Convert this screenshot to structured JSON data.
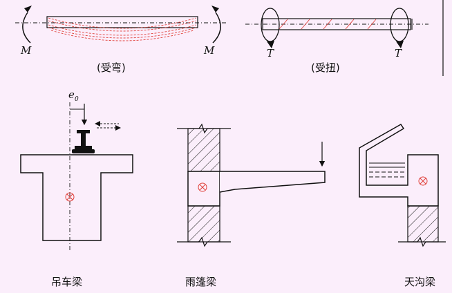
{
  "diagram": {
    "bending": {
      "moment_left": "M",
      "moment_right": "M",
      "caption": "(受弯)"
    },
    "torsion": {
      "torque_left": "T",
      "torque_right": "T",
      "caption": "(受扭)"
    },
    "crane_beam": {
      "eccentricity_symbol": "e",
      "eccentricity_subscript": "0",
      "caption": "吊车梁"
    },
    "canopy_beam": {
      "caption": "雨篷梁"
    },
    "gutter_beam": {
      "caption": "天沟梁"
    }
  },
  "colors": {
    "line": "#111111",
    "deformation": "#e0403a",
    "background": "#fbeefb"
  },
  "icons": [
    "section-center-cross-icon",
    "wall-hatch",
    "rail-section-icon"
  ]
}
